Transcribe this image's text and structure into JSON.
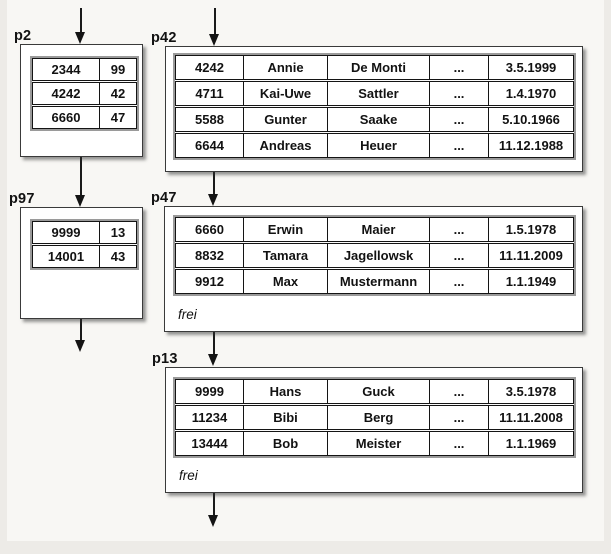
{
  "diagram": {
    "colors": {
      "line": "#1a1a1a",
      "page_fill": "#ffffff",
      "canvas": "#f8f7f4",
      "margin": "#edebe7"
    },
    "pages": {
      "p2": {
        "label": "p2",
        "type": "index",
        "rows": [
          [
            "2344",
            "99"
          ],
          [
            "4242",
            "42"
          ],
          [
            "6660",
            "47"
          ]
        ]
      },
      "p42": {
        "label": "p42",
        "type": "data",
        "rows": [
          [
            "4242",
            "Annie",
            "De Monti",
            "...",
            "3.5.1999"
          ],
          [
            "4711",
            "Kai-Uwe",
            "Sattler",
            "...",
            "1.4.1970"
          ],
          [
            "5588",
            "Gunter",
            "Saake",
            "...",
            "5.10.1966"
          ],
          [
            "6644",
            "Andreas",
            "Heuer",
            "...",
            "11.12.1988"
          ]
        ]
      },
      "p97": {
        "label": "p97",
        "type": "index",
        "rows": [
          [
            "9999",
            "13"
          ],
          [
            "14001",
            "43"
          ]
        ]
      },
      "p47": {
        "label": "p47",
        "type": "data",
        "free_label": "frei",
        "rows": [
          [
            "6660",
            "Erwin",
            "Maier",
            "...",
            "1.5.1978"
          ],
          [
            "8832",
            "Tamara",
            "Jagellowsk",
            "...",
            "11.11.2009"
          ],
          [
            "9912",
            "Max",
            "Mustermann",
            "...",
            "1.1.1949"
          ]
        ]
      },
      "p13": {
        "label": "p13",
        "type": "data",
        "free_label": "frei",
        "rows": [
          [
            "9999",
            "Hans",
            "Guck",
            "...",
            "3.5.1978"
          ],
          [
            "11234",
            "Bibi",
            "Berg",
            "...",
            "11.11.2008"
          ],
          [
            "13444",
            "Bob",
            "Meister",
            "...",
            "1.1.1969"
          ]
        ]
      }
    }
  }
}
